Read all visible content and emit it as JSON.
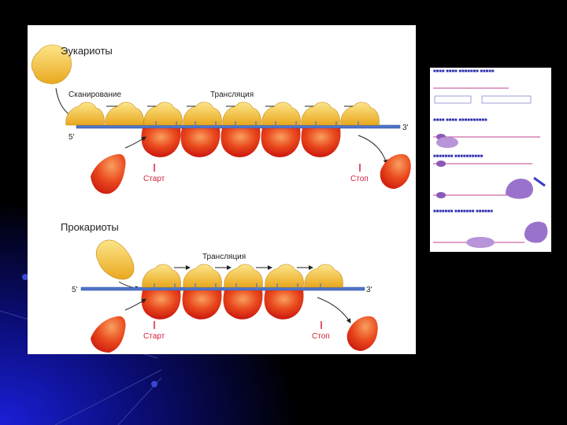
{
  "colors": {
    "background": "#000000",
    "mrna": "#4f74c8",
    "small_subunit": "#f3c948",
    "large_subunit": "#e8381a",
    "label_red": "#d6213a"
  },
  "eukaryotes": {
    "title": "Эукариоты",
    "scanning_label": "Сканирование",
    "translation_label": "Трансляция",
    "five_prime": "5'",
    "three_prime": "3'",
    "start_label": "Старт",
    "stop_label": "Стоп"
  },
  "prokaryotes": {
    "title": "Прокариоты",
    "translation_label": "Трансляция",
    "five_prime": "5'",
    "three_prime": "3'",
    "start_label": "Старт",
    "stop_label": "Стоп"
  }
}
